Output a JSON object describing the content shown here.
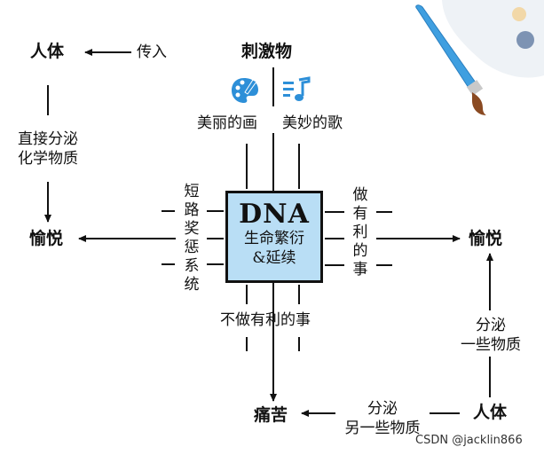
{
  "nodes": {
    "stimulus": "刺激物",
    "body_top": "人体",
    "body_bottom": "人体",
    "pleasure_left": "愉悦",
    "pleasure_right": "愉悦",
    "pain": "痛苦"
  },
  "labels": {
    "transmit": "传入",
    "direct_secrete": "直接分泌\n化学物质",
    "beautiful_painting": "美丽的画",
    "beautiful_song": "美妙的歌",
    "short_reward": "短路奖惩系统",
    "do_beneficial": "做有利的事",
    "not_do_beneficial": "不做有利的事",
    "secrete_some": "分泌\n一些物质",
    "secrete_other": "分泌\n另一些物质"
  },
  "dna": {
    "title": "DNA",
    "line1": "生命繁衍",
    "line2": "&延续"
  },
  "icons": {
    "palette": "palette-icon",
    "music": "music-notes-icon",
    "paintbrush": "paint-palette-brush-illustration"
  },
  "colors": {
    "dna_fill": "#b9def5",
    "icon_blue": "#2d8fd8",
    "arrow": "#111111"
  },
  "watermark": "CSDN @jacklin866"
}
